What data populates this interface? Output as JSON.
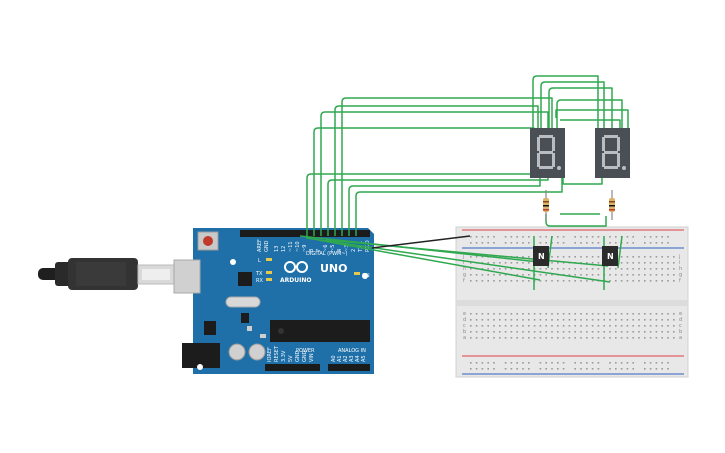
{
  "board": {
    "brand": "ARDUINO",
    "model": "UNO",
    "on_label": "ON",
    "power_label": "POWER",
    "analog_label": "ANALOG IN",
    "digital_label": "DIGITAL (PWM~)",
    "aref_label": "AREF",
    "gnd_label": "GND",
    "l_label": "L",
    "tx_label": "TX",
    "rx_label": "RX",
    "pin_labels": [
      "13",
      "12",
      "~11",
      "~10",
      "~9",
      "8",
      "7",
      "~6",
      "~5",
      "4",
      "~3",
      "2",
      "TX 1",
      "RX 0"
    ],
    "power_pins": [
      "IOREF",
      "RESET",
      "3.3V",
      "5V",
      "GND",
      "GND",
      "VIN"
    ],
    "analog_pins": [
      "A0",
      "A1",
      "A2",
      "A3",
      "A4",
      "A5"
    ]
  },
  "displays": [
    {
      "id": "display-1",
      "shows": "8."
    },
    {
      "id": "display-2",
      "shows": "8."
    }
  ],
  "transistors": [
    {
      "id": "transistor-1",
      "label": "N"
    },
    {
      "id": "transistor-2",
      "label": "N"
    }
  ],
  "breadboard": {
    "row_letters_top": [
      "j",
      "i",
      "h",
      "g",
      "f"
    ],
    "row_letters_bottom": [
      "e",
      "d",
      "c",
      "b",
      "a"
    ]
  },
  "colors": {
    "wire": "#2fa84f",
    "board": "#1f6fa8",
    "display_body": "#4a4f55",
    "breadboard": "#e8e8e8",
    "rail_red": "#e04040",
    "rail_blue": "#3060c0"
  }
}
